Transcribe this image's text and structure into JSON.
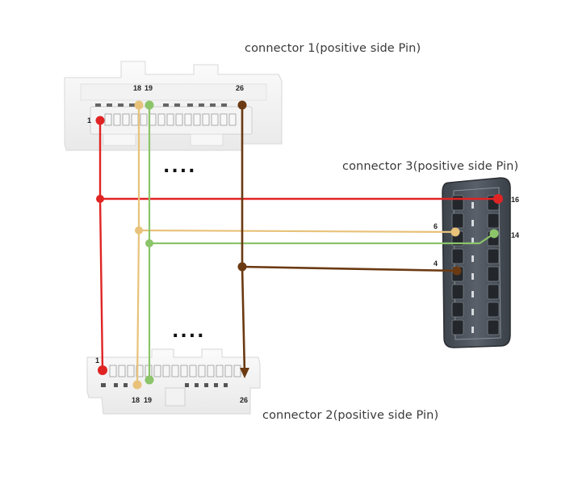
{
  "connectors": {
    "c1": {
      "title": "connector 1(positive side Pin)",
      "pin_1": "1",
      "pin_18": "18",
      "pin_19": "19",
      "pin_26": "26"
    },
    "c2": {
      "title": "connector 2(positive side Pin)",
      "pin_1": "1",
      "pin_18": "18",
      "pin_19": "19",
      "pin_26": "26"
    },
    "c3": {
      "title": "connector 3(positive side Pin)",
      "pin_16": "16",
      "pin_6": "6",
      "pin_14": "14",
      "pin_4": "4"
    }
  },
  "ellipsis_top": "....",
  "ellipsis_bottom": "....",
  "wires": [
    {
      "name": "red",
      "color": "#e02424",
      "from": "1",
      "to": "16"
    },
    {
      "name": "yellow",
      "color": "#e8c27a",
      "from": "18",
      "to": "6"
    },
    {
      "name": "green",
      "color": "#8cc46a",
      "from": "19",
      "to": "14"
    },
    {
      "name": "brown",
      "color": "#6b3a12",
      "from": "26",
      "to": "4"
    }
  ]
}
